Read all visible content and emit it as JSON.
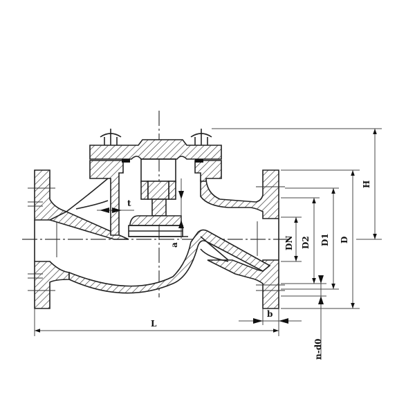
{
  "figure": {
    "subject": "swing check valve cross-section with dimension callouts",
    "labels": {
      "L": "L",
      "b": "b",
      "t": "t",
      "a": "a",
      "H": "H",
      "D": "D",
      "D1": "D1",
      "D2": "D2",
      "DN": "DN",
      "n_d0": "n-d0"
    },
    "colors": {
      "line": "#222222",
      "background": "#ffffff"
    }
  }
}
